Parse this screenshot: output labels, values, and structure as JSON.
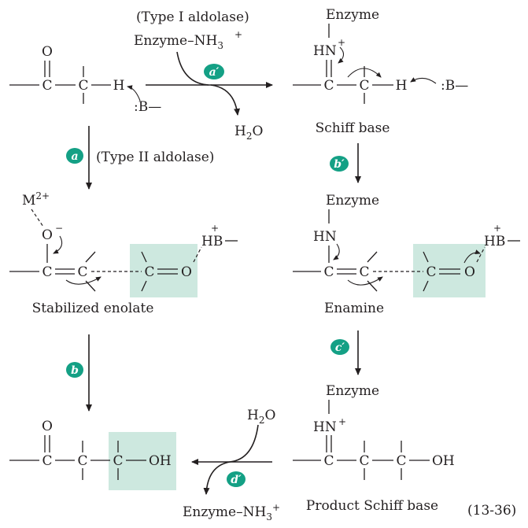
{
  "colors": {
    "highlight": "#cde8df",
    "badge": "#14a085",
    "ink": "#231f20"
  },
  "atoms": {
    "C": "C",
    "O": "O",
    "H": "H",
    "OH": "OH",
    "HN": "HN",
    "HB": "HB",
    "B": ":B—",
    "dash": "—",
    "plus": "+",
    "minus": "−"
  },
  "top": {
    "type1": "(Type I aldolase)",
    "enzyme_nh3_main": "Enzyme–NH",
    "enzyme_nh3_sub": "3",
    "enzyme_nh3_sup": "+",
    "water_main": "H",
    "water_sub": "2",
    "water_end": "O",
    "schiff_enzyme": "Enzyme",
    "schiff_label": "Schiff base"
  },
  "steps": {
    "a_prime": "a′",
    "a": "a",
    "b_prime": "b′",
    "b": "b",
    "c_prime": "c′",
    "d_prime": "d′"
  },
  "type2": "(Type II aldolase)",
  "middle": {
    "metal_main": "M",
    "metal_sup": "2+",
    "enolate_label": "Stabilized enolate",
    "enamine_enzyme": "Enzyme",
    "enamine_label": "Enamine"
  },
  "bottom": {
    "water_main": "H",
    "water_sub": "2",
    "water_end": "O",
    "enzyme_nh3_main": "Enzyme–NH",
    "enzyme_nh3_sub": "3",
    "enzyme_nh3_sup": "+",
    "product_enzyme": "Enzyme",
    "product_label": "Product Schiff base",
    "equation_number": "(13-36)"
  }
}
